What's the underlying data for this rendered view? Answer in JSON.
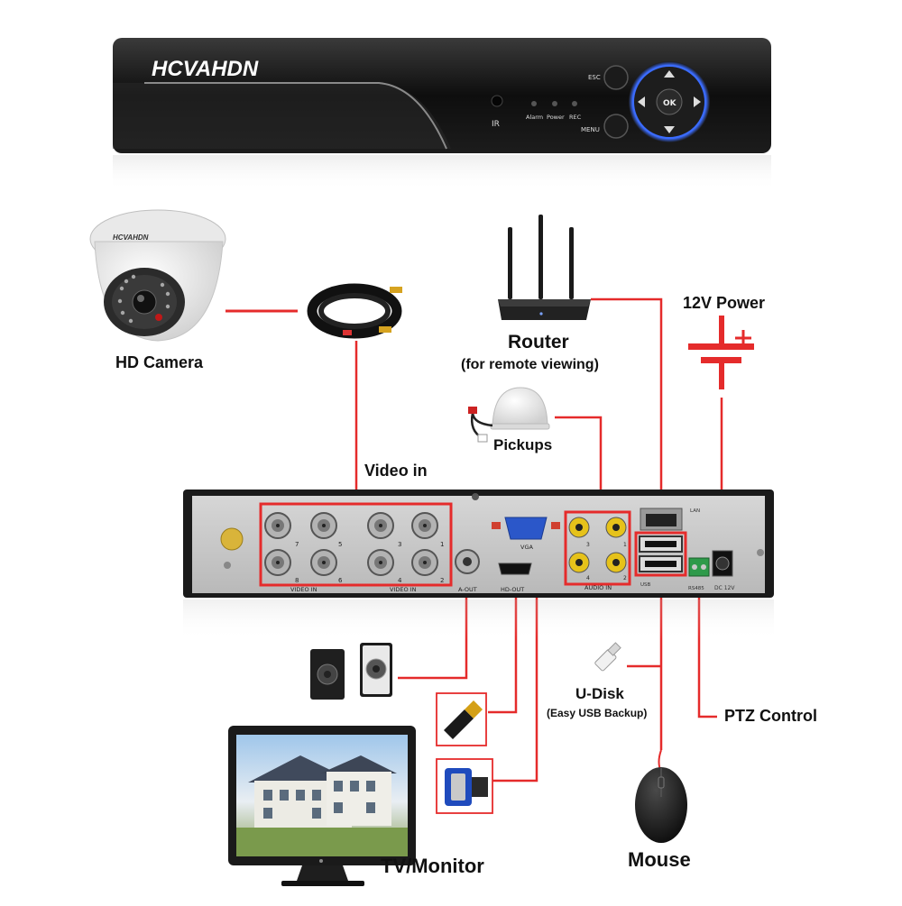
{
  "colors": {
    "wire": "#e52b2b",
    "highlight": "#e52b2b",
    "dvr_body": "#161616",
    "panel": "#c9c9c9"
  },
  "dvr_front": {
    "brand": "HCVAHDN",
    "ir_label": "IR",
    "indicators": [
      "Alarm",
      "Power",
      "REC"
    ],
    "esc_label": "ESC",
    "menu_label": "MENU",
    "ok_label": "OK"
  },
  "labels": {
    "hd_camera": "HD Camera",
    "router": "Router",
    "router_sub": "(for remote viewing)",
    "power": "12V Power",
    "pickups": "Pickups",
    "video_in": "Video in",
    "u_disk": "U-Disk",
    "u_disk_sub": "(Easy USB Backup)",
    "ptz": "PTZ Control",
    "tv_monitor": "TV/Monitor",
    "mouse": "Mouse"
  },
  "camera_brand": "HCVAHDN",
  "back_panel": {
    "video_in_group1_label": "VIDEO IN",
    "video_in_group2_label": "VIDEO IN",
    "group1_numbers": [
      "7",
      "5",
      "8",
      "6"
    ],
    "group2_numbers": [
      "3",
      "1",
      "4",
      "2"
    ],
    "a_out": "A-OUT",
    "hd_out": "HD-OUT",
    "vga": "VGA",
    "audio_in": "AUDIO IN",
    "audio_numbers": [
      "3",
      "1",
      "4",
      "2"
    ],
    "lan": "LAN",
    "usb": "USB",
    "rs485": "RS485",
    "dc12v": "DC 12V"
  },
  "icons": [
    "dome-camera-icon",
    "cable-coil-icon",
    "router-icon",
    "power-symbol-icon",
    "microphone-pickup-icon",
    "speakers-icon",
    "hdmi-plug-icon",
    "vga-plug-icon",
    "monitor-icon",
    "usb-disk-icon",
    "mouse-icon"
  ]
}
